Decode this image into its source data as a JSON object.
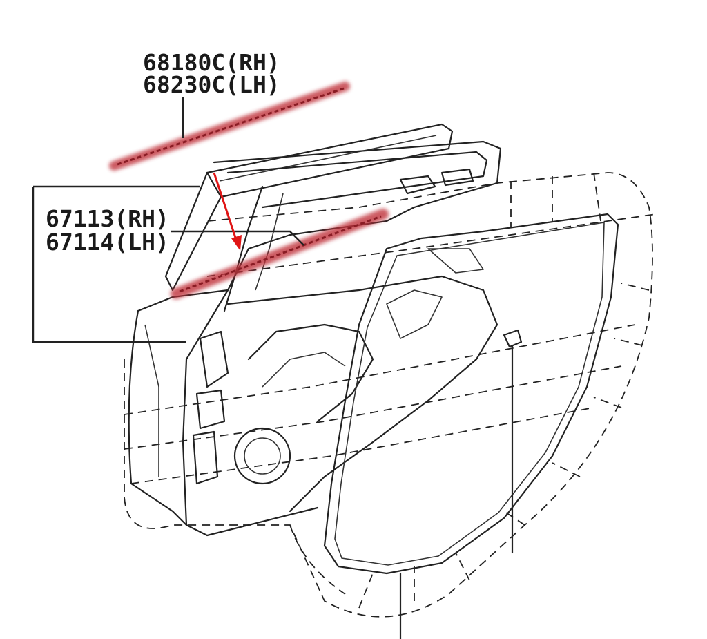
{
  "callouts": {
    "top": {
      "line1": "68180C(RH)",
      "line2": "68230C(LH)"
    },
    "mid": {
      "line1": "67113(RH)",
      "line2": "67114(LH)"
    }
  },
  "colors": {
    "highlight": "#c0303a",
    "arrow": "#e01515",
    "line": "#222222"
  },
  "icons": {
    "arrow": "red-pointer-arrow"
  }
}
